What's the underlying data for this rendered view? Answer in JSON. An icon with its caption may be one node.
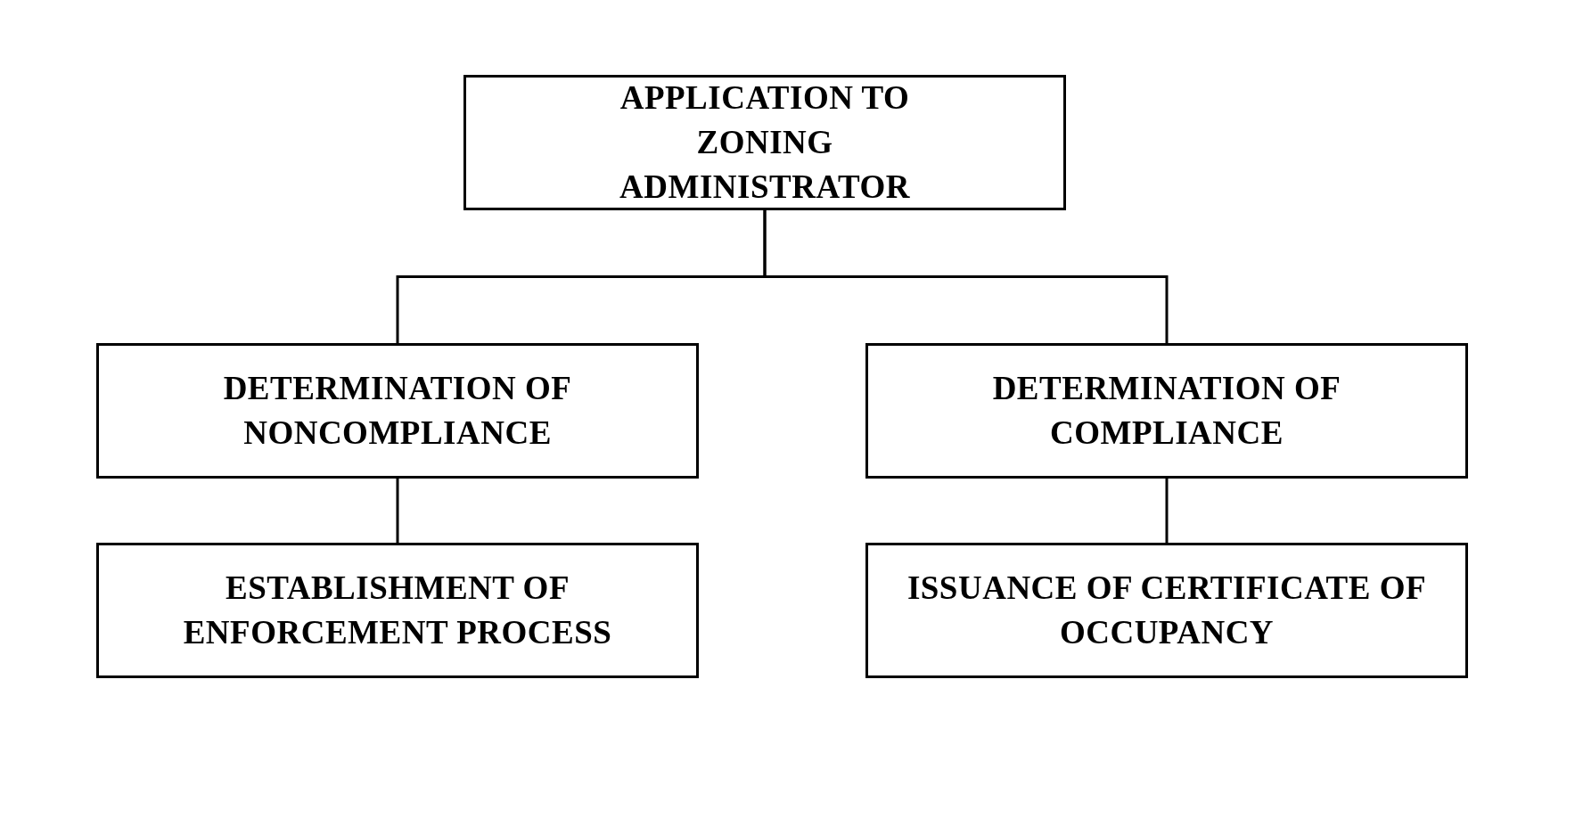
{
  "diagram": {
    "nodes": [
      {
        "text": [
          "APPLICATION TO ZONING ADMINISTRATOR"
        ]
      },
      {
        "text": [
          "DETERMINATION OF NONCOMPLIANCE"
        ]
      },
      {
        "text": [
          "DETERMINATION OF COMPLIANCE"
        ]
      },
      {
        "text": [
          "ESTABLISHMENT OF ENFORCEMENT PROCESS"
        ]
      },
      {
        "text": [
          "ISSUANCE OF CERTIFICATE OF OCCUPANCY"
        ]
      }
    ],
    "edges": [
      {
        "from": 0,
        "to": 1,
        "arrow": "none"
      },
      {
        "from": 0,
        "to": 2,
        "arrow": "none"
      },
      {
        "from": 1,
        "to": 3,
        "arrow": "none"
      },
      {
        "from": 2,
        "to": 4,
        "arrow": "none"
      }
    ]
  }
}
